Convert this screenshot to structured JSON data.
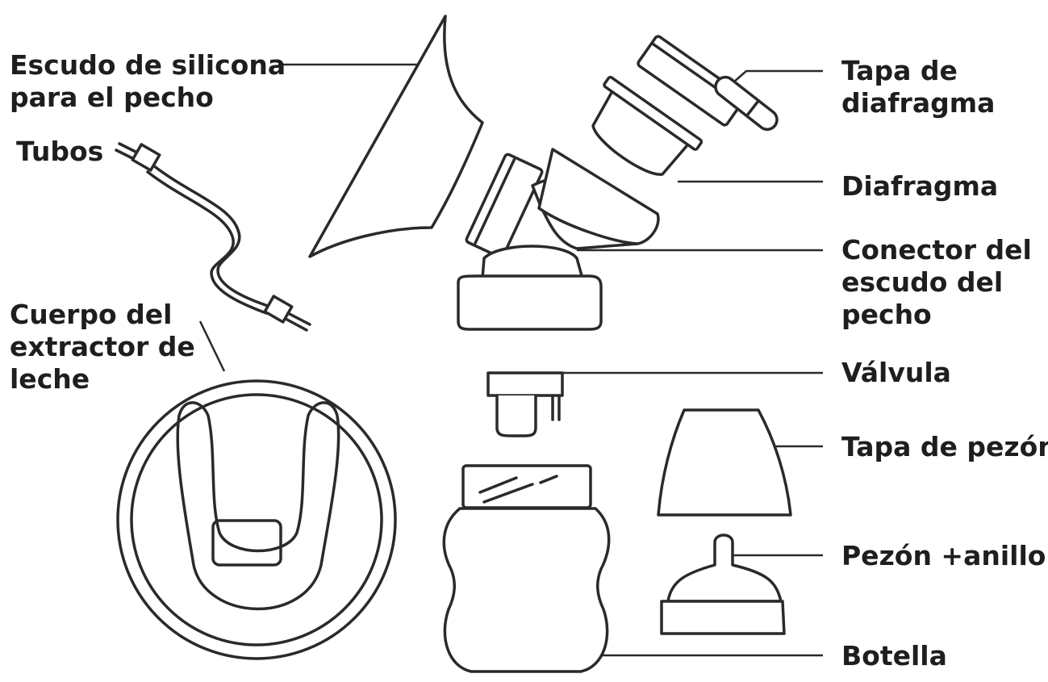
{
  "labels": {
    "escudo": {
      "line1": "Escudo de silicona",
      "line2": "para el pecho"
    },
    "tubos": "Tubos",
    "cuerpo": {
      "line1": "Cuerpo del",
      "line2": "extractor de",
      "line3": "leche"
    },
    "tapa_diafragma": {
      "line1": "Tapa de",
      "line2": "diafragma"
    },
    "diafragma": "Diafragma",
    "conector": {
      "line1": "Conector del",
      "line2": "escudo del",
      "line3": "pecho"
    },
    "valvula": "Válvula",
    "tapa_pezon": "Tapa de pezón",
    "pezon": "Pezón +anillo",
    "botella": "Botella"
  },
  "colors": {
    "ink": "#1e1e1e",
    "line": "#2a2a2a",
    "background": "#ffffff"
  }
}
